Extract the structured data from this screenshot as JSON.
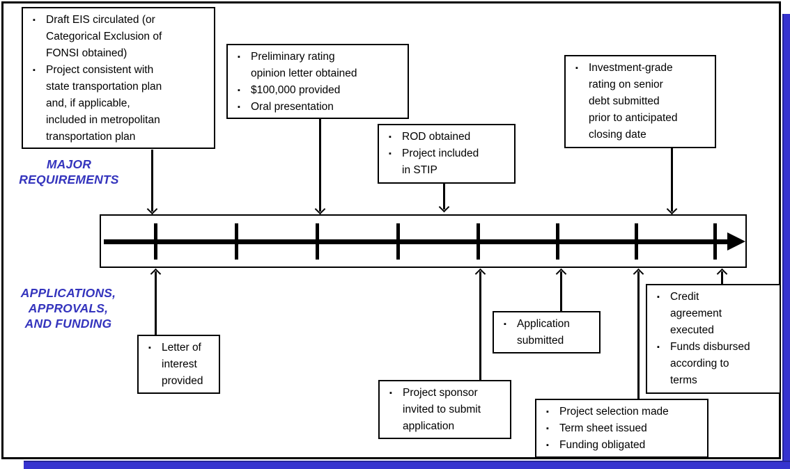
{
  "colors": {
    "accent_blue_text": "#3434bd",
    "shadow_blue": "#3633cf",
    "border_black": "#000000",
    "background": "#ffffff"
  },
  "glyphs": {
    "bullet": "▪"
  },
  "headings": {
    "major_requirements": "MAJOR\nREQUIREMENTS",
    "applications_approvals": "APPLICATIONS,\nAPPROVALS,\nAND FUNDING"
  },
  "top_boxes": [
    {
      "id": "environmental-review",
      "items": [
        "Draft EIS circulated (or\nCategorical Exclusion of\nFONSI obtained)",
        "Project consistent with\nstate transportation plan\nand, if applicable,\nincluded in metropolitan\ntransportation plan"
      ]
    },
    {
      "id": "preliminary-rating",
      "items": [
        "Preliminary rating\nopinion letter obtained",
        "$100,000 provided",
        "Oral presentation"
      ]
    },
    {
      "id": "rod-stip",
      "items": [
        "ROD obtained",
        "Project included\nin STIP"
      ]
    },
    {
      "id": "investment-grade-rating",
      "items": [
        "Investment-grade\nrating on senior\ndebt submitted\nprior to anticipated\nclosing date"
      ]
    }
  ],
  "bottom_boxes": [
    {
      "id": "letter-of-interest",
      "items": [
        "Letter of\ninterest\nprovided"
      ]
    },
    {
      "id": "application-submitted",
      "items": [
        "Application\nsubmitted"
      ]
    },
    {
      "id": "project-sponsor-invited",
      "items": [
        "Project sponsor\ninvited to submit\napplication"
      ]
    },
    {
      "id": "project-selection",
      "items": [
        "Project selection made",
        "Term sheet issued",
        "Funding obligated"
      ]
    },
    {
      "id": "credit-agreement",
      "items": [
        "Credit\nagreement\nexecuted",
        "Funds disbursed\naccording to\nterms"
      ]
    }
  ]
}
